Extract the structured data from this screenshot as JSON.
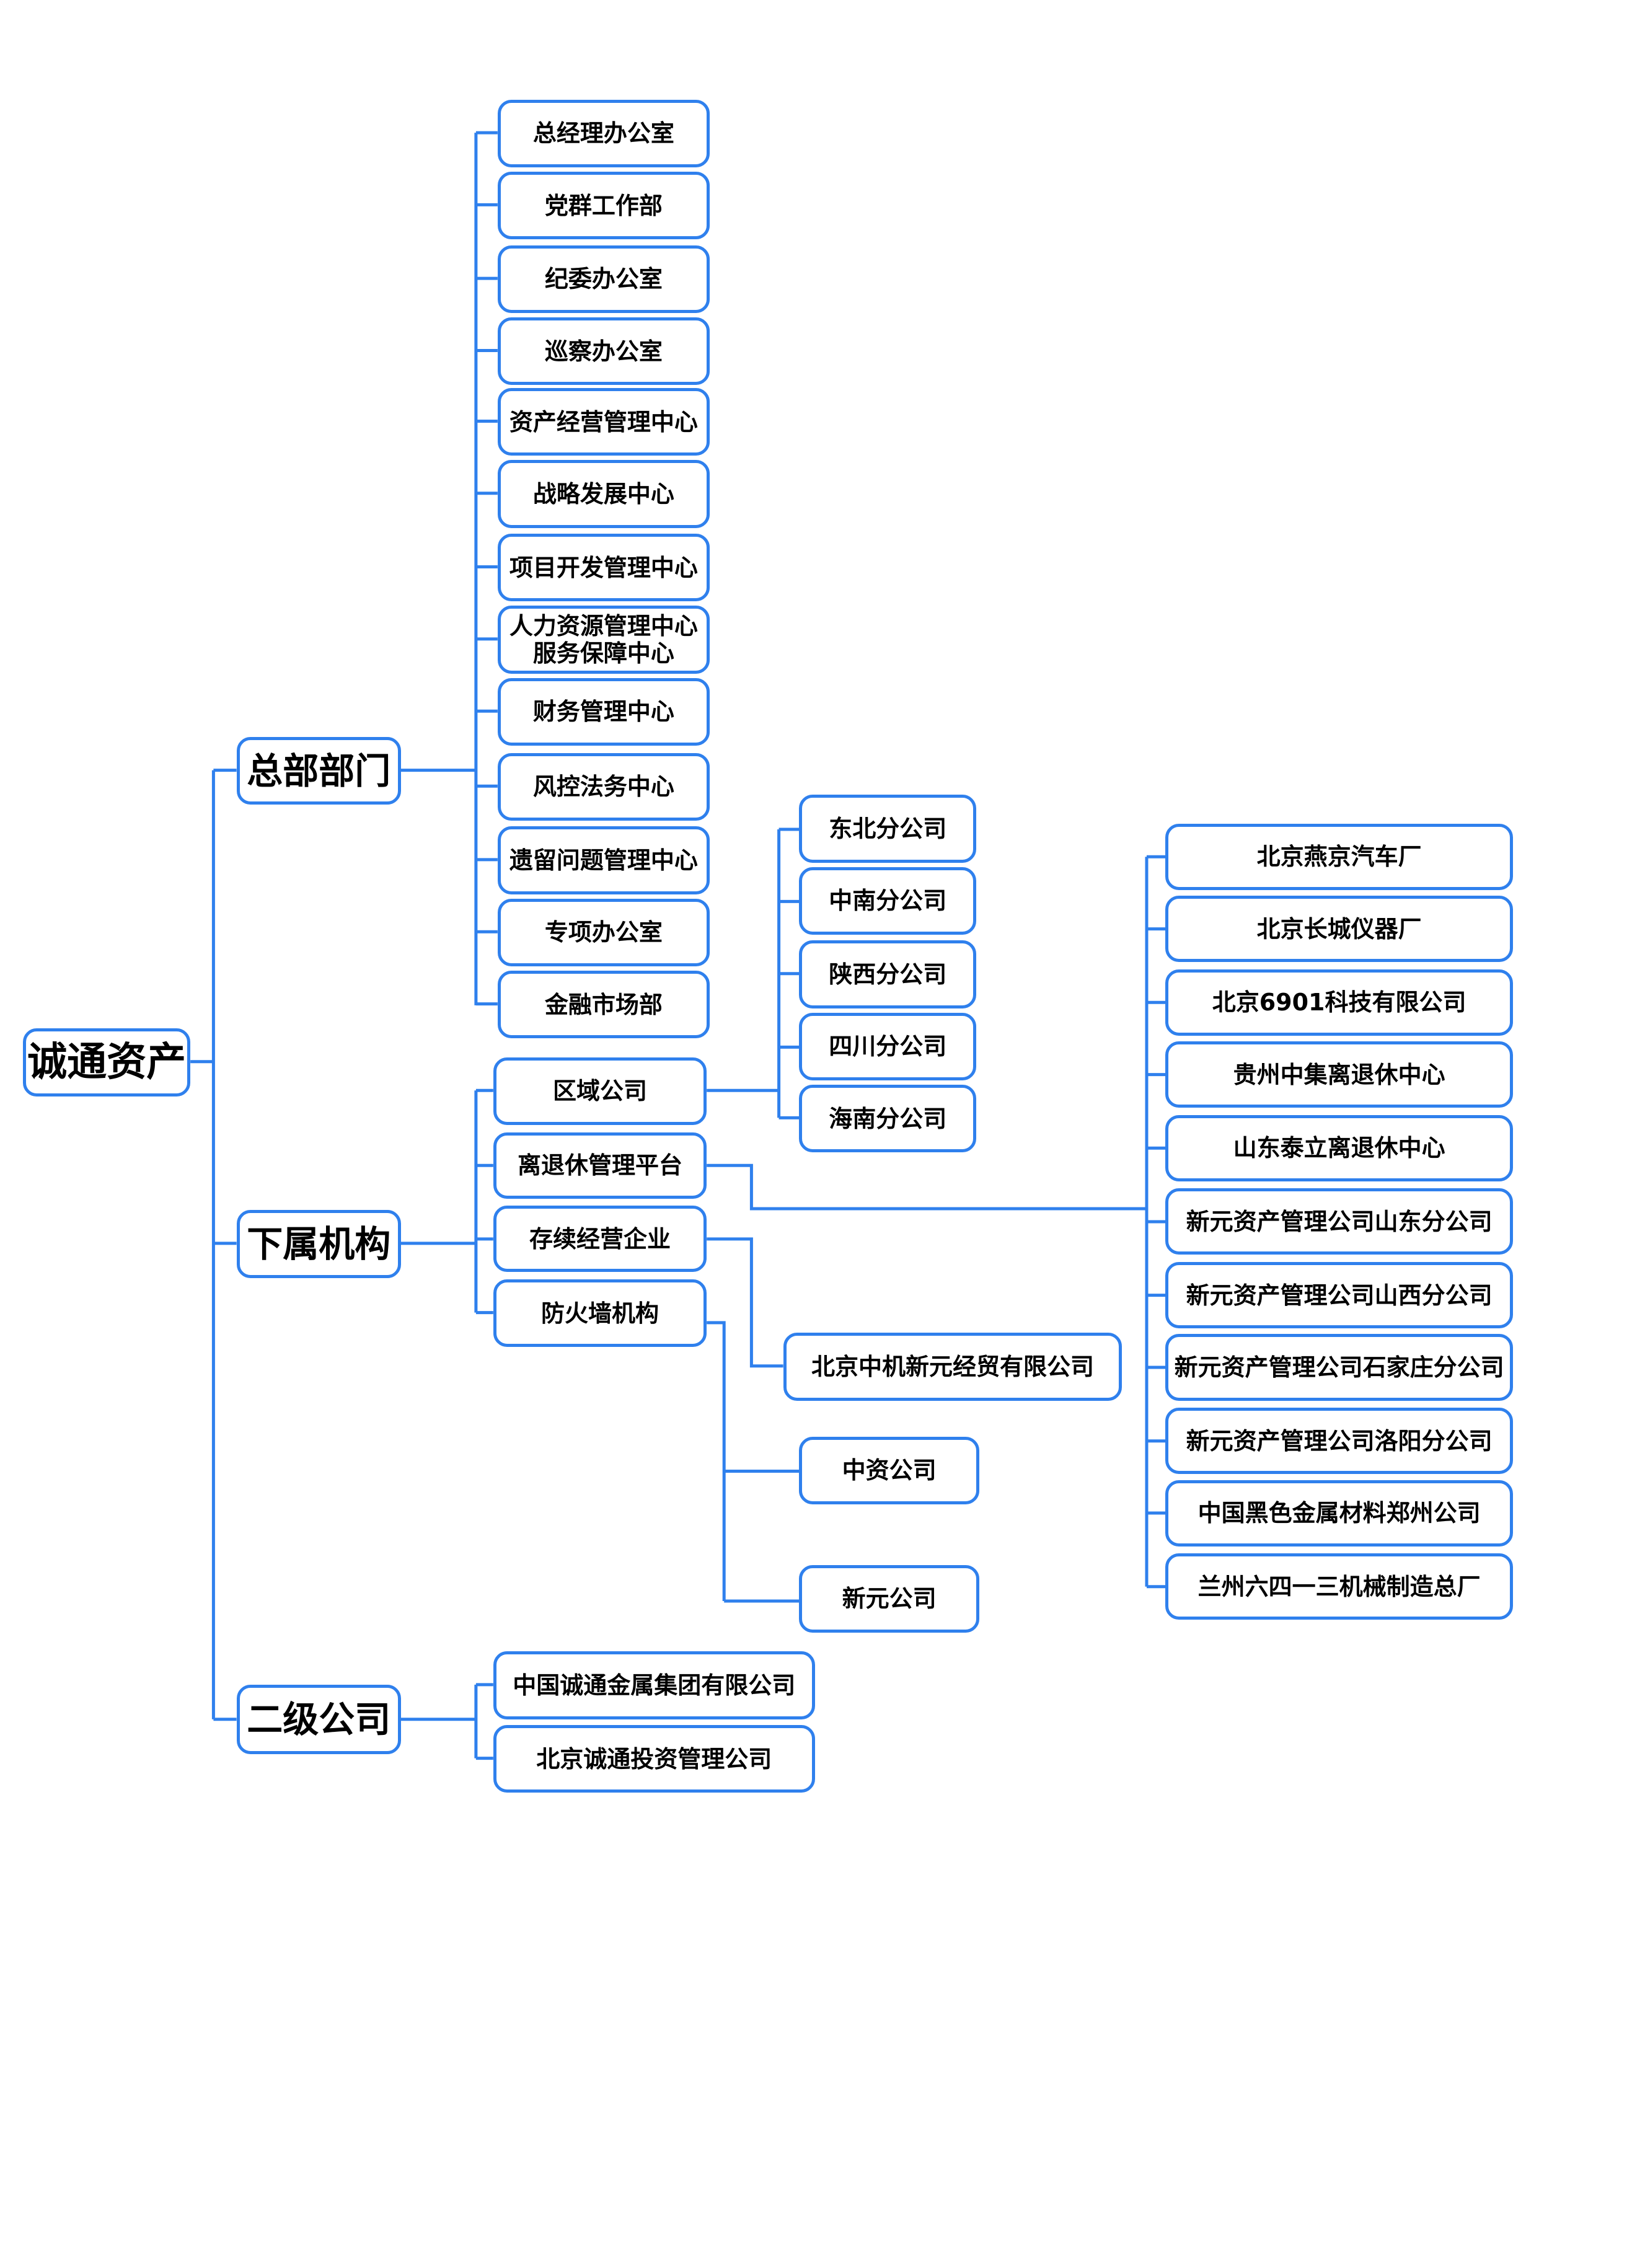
{
  "colors": {
    "stroke": "#2f80ed",
    "text": "#000000",
    "background": "#ffffff"
  },
  "root": {
    "label": "诚通资产"
  },
  "branches": {
    "hq": {
      "label": "总部部门",
      "items": [
        "总经理办公室",
        "党群工作部",
        "纪委办公室",
        "巡察办公室",
        "资产经营管理中心",
        "战略发展中心",
        "项目开发管理中心",
        "人力资源管理中心\n服务保障中心",
        "财务管理中心",
        "风控法务中心",
        "遗留问题管理中心",
        "专项办公室",
        "金融市场部"
      ]
    },
    "sub": {
      "label": "下属机构",
      "items": [
        "区域公司",
        "离退休管理平台",
        "存续经营企业",
        "防火墙机构"
      ],
      "regional": [
        "东北分公司",
        "中南分公司",
        "陕西分公司",
        "四川分公司",
        "海南分公司"
      ],
      "retirement": [
        "北京燕京汽车厂",
        "北京长城仪器厂",
        "北京6901科技有限公司",
        "贵州中集离退休中心",
        "山东泰立离退休中心",
        "新元资产管理公司山东分公司",
        "新元资产管理公司山西分公司",
        "新元资产管理公司石家庄分公司",
        "新元资产管理公司洛阳分公司",
        "中国黑色金属材料郑州公司",
        "兰州六四一三机械制造总厂"
      ],
      "continuing": [
        "北京中机新元经贸有限公司"
      ],
      "firewall": [
        "中资公司",
        "新元公司"
      ]
    },
    "second": {
      "label": "二级公司",
      "items": [
        "中国诚通金属集团有限公司",
        "北京诚通投资管理公司"
      ]
    }
  }
}
